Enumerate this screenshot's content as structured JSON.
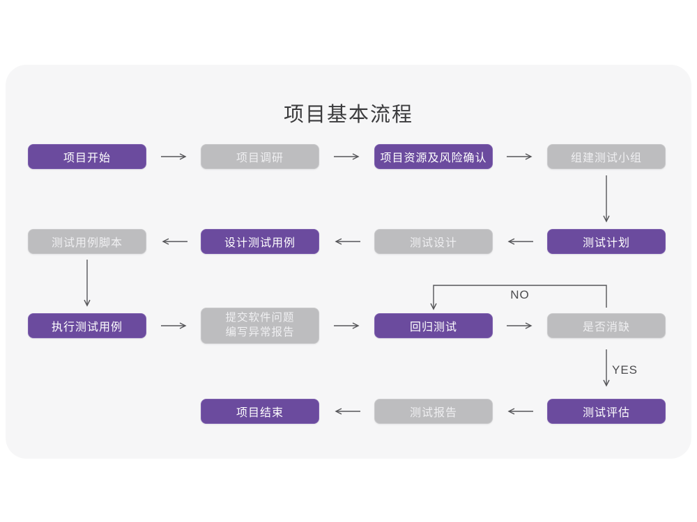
{
  "page": {
    "title": "项目基本流程",
    "background": "#ffffff",
    "card_background": "#f6f6f7"
  },
  "colors": {
    "purple_node": "#6b4b9e",
    "gray_node": "#bdbdbf",
    "node_text": "#ffffff",
    "arrow": "#555558",
    "title_text": "#3b3b3d",
    "edge_label_text": "#4b4b4e"
  },
  "labels": {
    "no": "NO",
    "yes": "YES"
  },
  "nodes": [
    {
      "id": "project-start",
      "label": "项目开始",
      "variant": "purple"
    },
    {
      "id": "project-research",
      "label": "项目调研",
      "variant": "gray"
    },
    {
      "id": "resources-risk-confirm",
      "label": "项目资源及风险确认",
      "variant": "purple"
    },
    {
      "id": "build-test-team",
      "label": "组建测试小组",
      "variant": "gray"
    },
    {
      "id": "test-case-script",
      "label": "测试用例脚本",
      "variant": "gray"
    },
    {
      "id": "design-test-case",
      "label": "设计测试用例",
      "variant": "purple"
    },
    {
      "id": "test-design",
      "label": "测试设计",
      "variant": "gray"
    },
    {
      "id": "test-plan",
      "label": "测试计划",
      "variant": "purple"
    },
    {
      "id": "execute-test-case",
      "label": "执行测试用例",
      "variant": "purple"
    },
    {
      "id": "submit-issue-report",
      "label": "提交软件问题 编写异常报告",
      "label_lines": [
        "提交软件问题",
        "编写异常报告"
      ],
      "variant": "gray"
    },
    {
      "id": "regression-test",
      "label": "回归测试",
      "variant": "purple"
    },
    {
      "id": "defect-cleared",
      "label": "是否消缺",
      "variant": "gray"
    },
    {
      "id": "project-end",
      "label": "项目结束",
      "variant": "purple"
    },
    {
      "id": "test-report",
      "label": "测试报告",
      "variant": "gray"
    },
    {
      "id": "test-evaluation",
      "label": "测试评估",
      "variant": "purple"
    }
  ],
  "edges": [
    {
      "from": "project-start",
      "to": "project-research"
    },
    {
      "from": "project-research",
      "to": "resources-risk-confirm"
    },
    {
      "from": "resources-risk-confirm",
      "to": "build-test-team"
    },
    {
      "from": "build-test-team",
      "to": "test-plan"
    },
    {
      "from": "test-plan",
      "to": "test-design"
    },
    {
      "from": "test-design",
      "to": "design-test-case"
    },
    {
      "from": "design-test-case",
      "to": "test-case-script"
    },
    {
      "from": "test-case-script",
      "to": "execute-test-case"
    },
    {
      "from": "execute-test-case",
      "to": "submit-issue-report"
    },
    {
      "from": "submit-issue-report",
      "to": "regression-test"
    },
    {
      "from": "regression-test",
      "to": "defect-cleared"
    },
    {
      "from": "defect-cleared",
      "to": "regression-test",
      "label": "NO"
    },
    {
      "from": "defect-cleared",
      "to": "test-evaluation",
      "label": "YES"
    },
    {
      "from": "test-evaluation",
      "to": "test-report"
    },
    {
      "from": "test-report",
      "to": "project-end"
    }
  ]
}
